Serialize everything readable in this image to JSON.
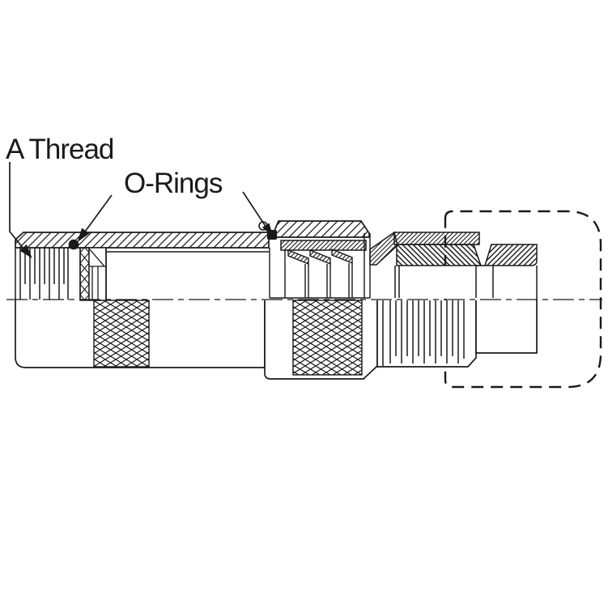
{
  "diagram": {
    "kind": "technical-line-drawing",
    "subject": "coaxial connector side view half-section",
    "background": "#ffffff",
    "ink": "#1a1a1a",
    "labels": {
      "a_thread": {
        "text": "A Thread"
      },
      "o_rings": {
        "text": "O-Rings"
      }
    }
  }
}
